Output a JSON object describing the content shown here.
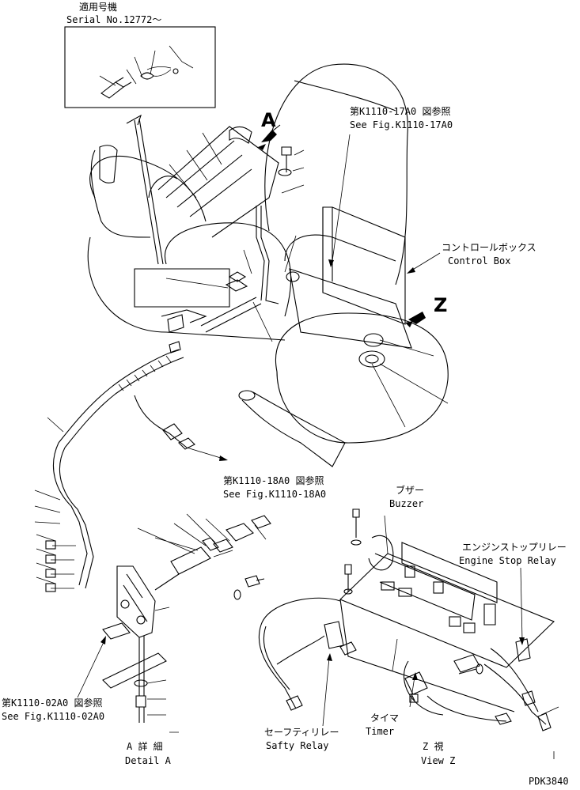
{
  "labels": {
    "serial_jp": "適用号機",
    "serial_en": "Serial No.12772～",
    "ref_17a0_jp": "第K1110-17A0 図参照",
    "ref_17a0_en": "See Fig.K1110-17A0",
    "control_box_jp": "コントロールボックス",
    "control_box_en": "Control Box",
    "ref_18a0_jp": "第K1110-18A0 図参照",
    "ref_18a0_en": "See Fig.K1110-18A0",
    "buzzer_jp": "ブザー",
    "buzzer_en": "Buzzer",
    "engine_stop_jp": "エンジンストップリレー",
    "engine_stop_en": "Engine Stop Relay",
    "ref_02a0_jp": "第K1110-02A0 図参照",
    "ref_02a0_en": "See Fig.K1110-02A0",
    "timer_jp": "タイマ",
    "timer_en": "Timer",
    "safety_relay_jp": "セーフティリレー",
    "safety_relay_en": "Safty Relay",
    "detail_a_jp": "A 詳 細",
    "detail_a_en": "Detail A",
    "view_z_jp": "Z 視",
    "view_z_en": "View Z",
    "view_a_letter": "A",
    "view_z_letter": "Z",
    "drawing_no": "PDK3840"
  }
}
